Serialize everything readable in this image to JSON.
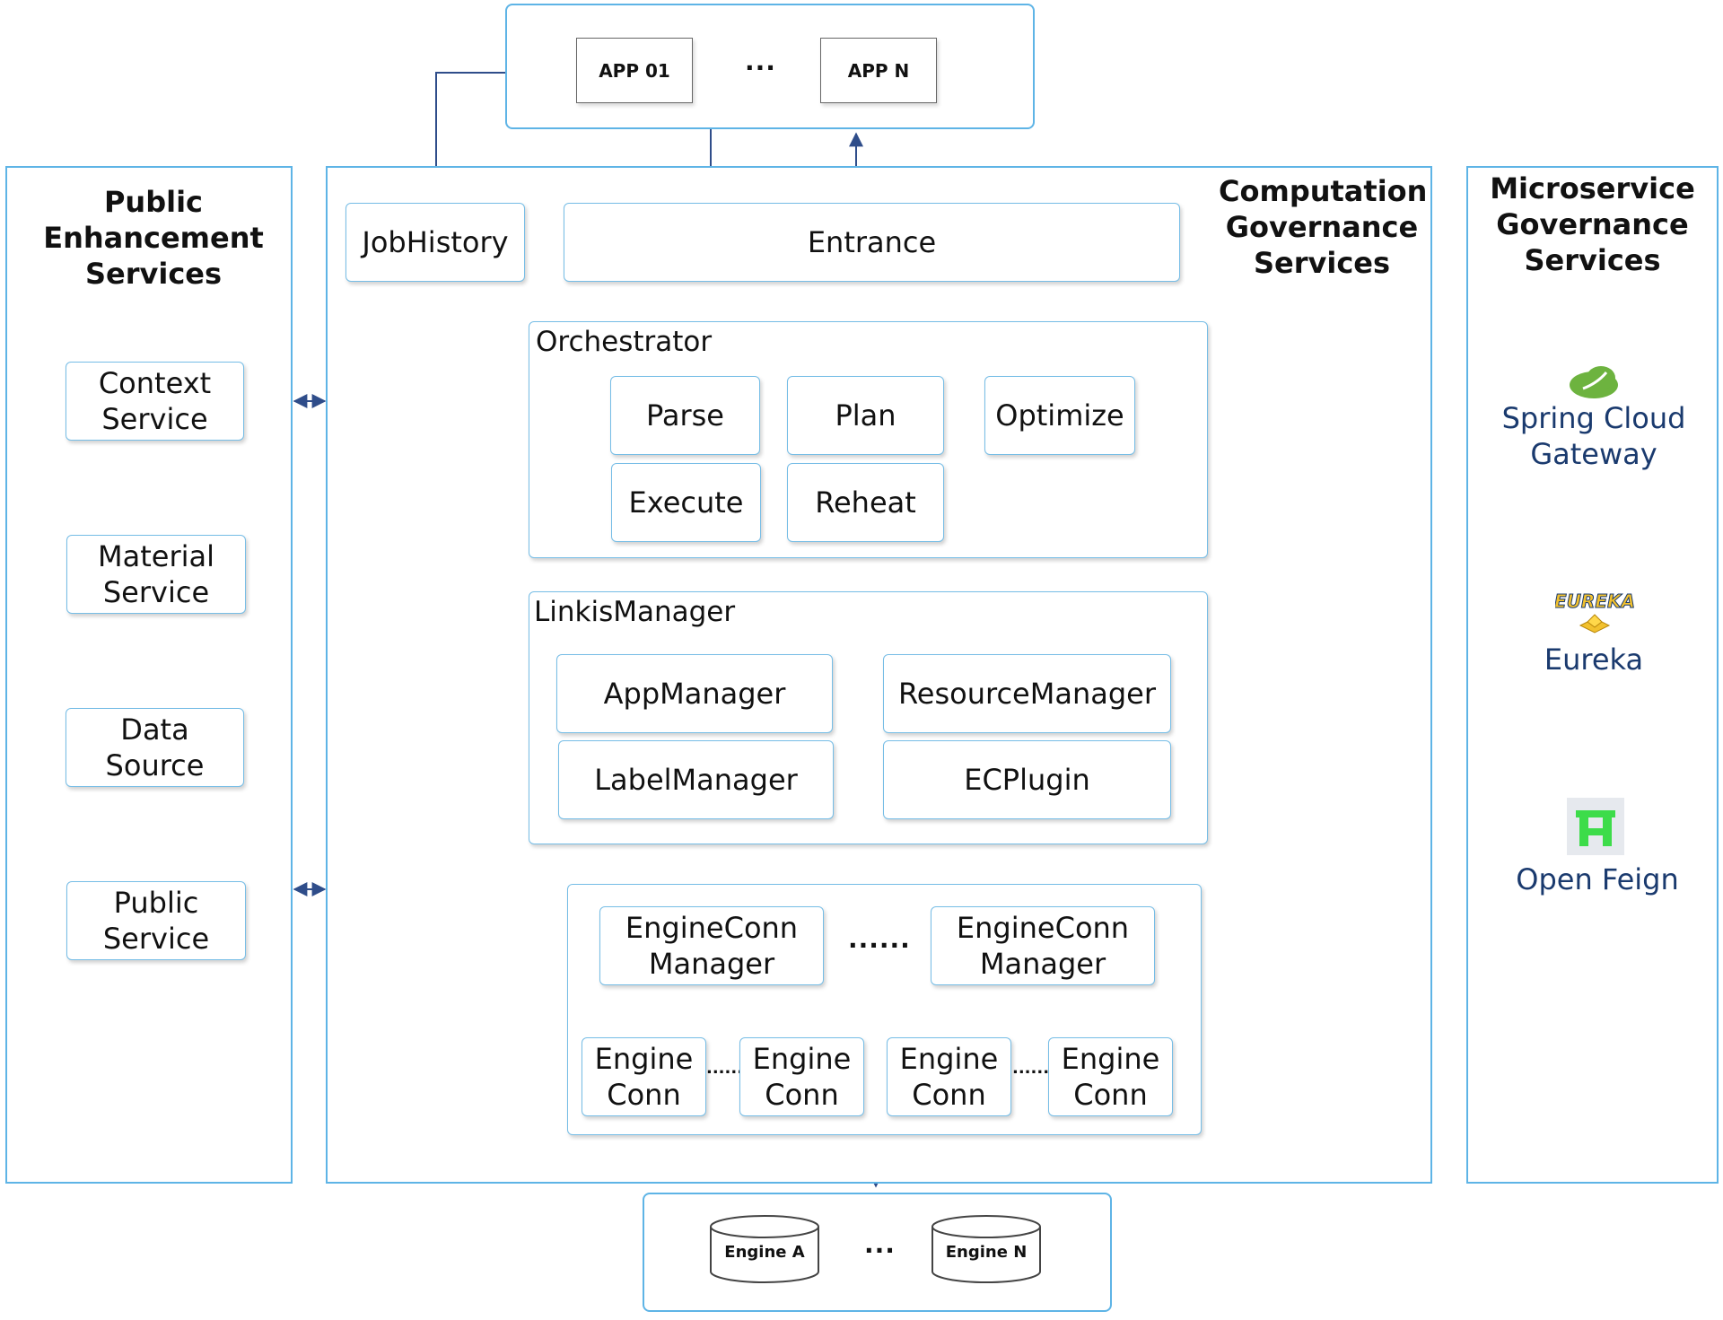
{
  "apps": {
    "first": "APP 01",
    "ellipsis": "...",
    "last": "APP N"
  },
  "public_enhancement": {
    "title": "Public\nEnhancement\nServices",
    "items": [
      "Context\nService",
      "Material\nService",
      "Data\nSource",
      "Public\nService"
    ]
  },
  "computation": {
    "title": "Computation\nGovernance\nServices",
    "jobhistory": "JobHistory",
    "entrance": "Entrance",
    "orchestrator": {
      "label": "Orchestrator",
      "items": [
        "Parse",
        "Plan",
        "Optimize",
        "Execute",
        "Reheat"
      ]
    },
    "linkis_manager": {
      "label": "LinkisManager",
      "items": [
        "AppManager",
        "ResourceManager",
        "LabelManager",
        "ECPlugin"
      ]
    },
    "ecm": {
      "manager_label": "EngineConn\nManager",
      "manager_ellipsis": "......",
      "engine_label": "Engine\nConn",
      "engine_ellipsis": "......"
    }
  },
  "microservice": {
    "title": "Microservice\nGovernance\nServices",
    "items": [
      {
        "label": "Spring Cloud\nGateway",
        "icon": "spring-leaf-icon"
      },
      {
        "label": "Eureka",
        "icon": "eureka-logo-icon"
      },
      {
        "label": "Open Feign",
        "icon": "feign-logo-icon"
      }
    ]
  },
  "engines": {
    "first": "Engine A",
    "ellipsis": "...",
    "last": "Engine N"
  },
  "colors": {
    "border": "#5eb4e6",
    "arrow": "#2f4d8a",
    "ms_text": "#1a3a6e"
  }
}
